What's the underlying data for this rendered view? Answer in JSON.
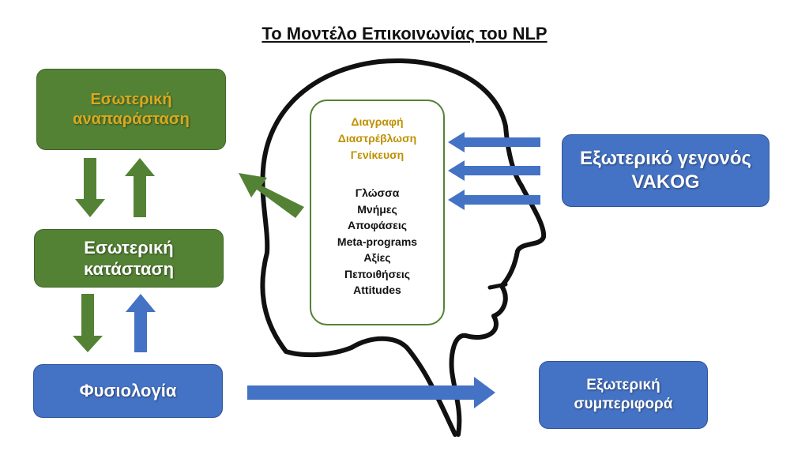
{
  "title": "Το Μοντέλο Επικοινωνίας του NLP",
  "boxes": {
    "internal_representation": {
      "line1": "Εσωτερική",
      "line2": "αναπαράσταση"
    },
    "internal_state": {
      "line1": "Εσωτερική",
      "line2": "κατάσταση"
    },
    "physiology": {
      "line1": "Φυσιολογία"
    },
    "external_event": {
      "line1": "Εξωτερικό γεγονός",
      "line2": "VAKOG"
    },
    "external_behavior": {
      "line1": "Εξωτερική",
      "line2": "συμπεριφορά"
    }
  },
  "filters": [
    "Διαγραφή",
    "Διαστρέβλωση",
    "Γενίκευση"
  ],
  "programs": [
    "Γλώσσα",
    "Μνήμες",
    "Αποφάσεις",
    "Meta-programs",
    "Αξίες",
    "Πεποιθήσεις",
    "Attitudes"
  ],
  "colors": {
    "green": "#548235",
    "blue": "#4472c4",
    "gold_text": "#bf9000",
    "gold_text_on_green": "#d9a91f",
    "white_text": "#ffffff",
    "head_outline": "#111111"
  }
}
